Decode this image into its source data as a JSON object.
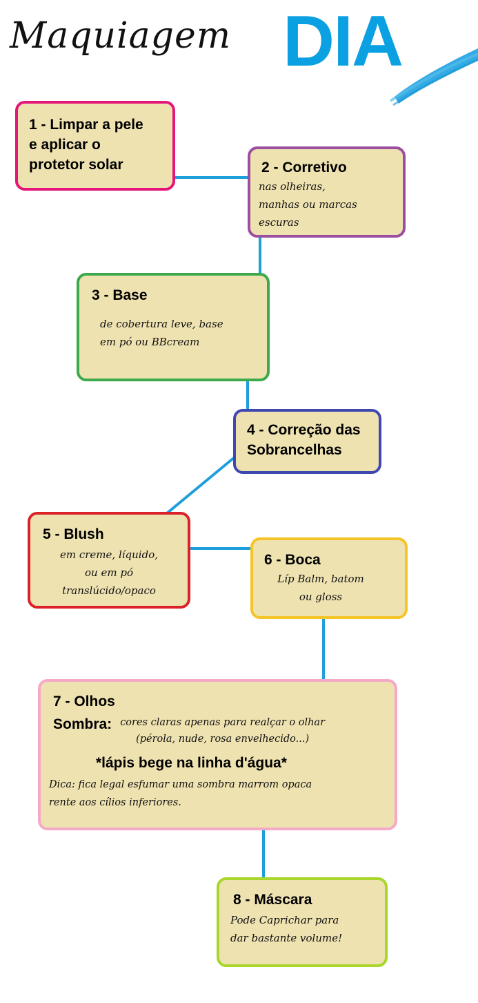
{
  "header": {
    "title_script": "Maquiagem",
    "title_bold": "DIA",
    "accent_color": "#0aa0e2"
  },
  "steps": [
    {
      "title": "1 - Limpar a pele\ne aplicar o\nprotetor solar",
      "desc": "",
      "border": "#e5167a"
    },
    {
      "title": "2 - Corretivo",
      "desc": "nas olheiras,\nmanhas ou marcas\nescuras",
      "border": "#9b4fa0"
    },
    {
      "title": "3 - Base",
      "desc": "de cobertura leve, base\nem pó ou BBcream",
      "border": "#3aaa4a"
    },
    {
      "title": "4 - Correção das\nSobrancelhas",
      "desc": "",
      "border": "#3f48b0"
    },
    {
      "title": "5 - Blush",
      "desc": "em creme, líquido,\nou em pó\ntranslúcido/opaco",
      "border": "#dc2229"
    },
    {
      "title": "6 - Boca",
      "desc": "Líp Balm, batom\nou gloss",
      "border": "#f5c428"
    },
    {
      "title": "7 - Olhos",
      "sombra_label": "Sombra:",
      "sombra_desc": "cores claras apenas para realçar o olhar\n(pérola, nude, rosa envelhecido...)",
      "highlight": "*lápis bege na linha d'água*",
      "tip": "Dica: fica legal esfumar uma sombra marrom opaca\nrente  aos cílios inferiores.",
      "border": "#f4a9c6"
    },
    {
      "title": "8 - Máscara",
      "desc": "Pode Caprichar para\ndar bastante volume!",
      "border": "#a8d62a"
    }
  ],
  "connector_color": "#1e9fdc"
}
